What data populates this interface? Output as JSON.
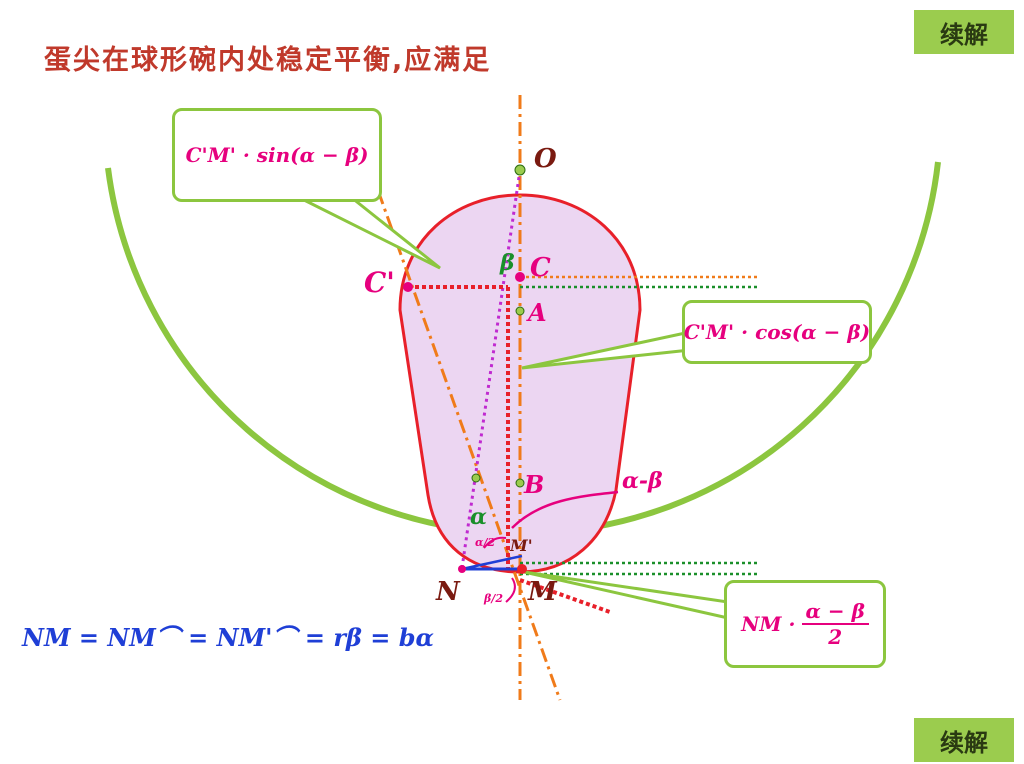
{
  "title": "蛋尖在球形碗内处稳定平衡,应满足",
  "buttons": {
    "continue_top": "续解",
    "continue_bottom": "续解"
  },
  "callouts": {
    "sin": "C'M' · sin(α − β)",
    "cos": "C'M' · cos(α − β)",
    "nm_prefix": "NM ·",
    "nm_num": "α − β",
    "nm_den": "2"
  },
  "labels": {
    "O": "O",
    "C": "C",
    "C_prime": "C'",
    "A": "A",
    "B": "B",
    "M": "M",
    "M_prime": "M'",
    "N": "N",
    "alpha": "α",
    "beta": "β",
    "alpha_minus_beta": "α-β",
    "alpha_half": "α/2",
    "beta_half": "β/2"
  },
  "equation": "NM = NM⌒ = NM'⌒ = rβ = bα",
  "colors": {
    "bowl": "#8cc63f",
    "egg_stroke": "#e8202a",
    "egg_fill": "#ecd6f2",
    "axis": "#f07b1a",
    "title": "#c0392b",
    "magenta": "#e6007e",
    "equation": "#1f3fd6",
    "button": "#9bcc4e"
  }
}
